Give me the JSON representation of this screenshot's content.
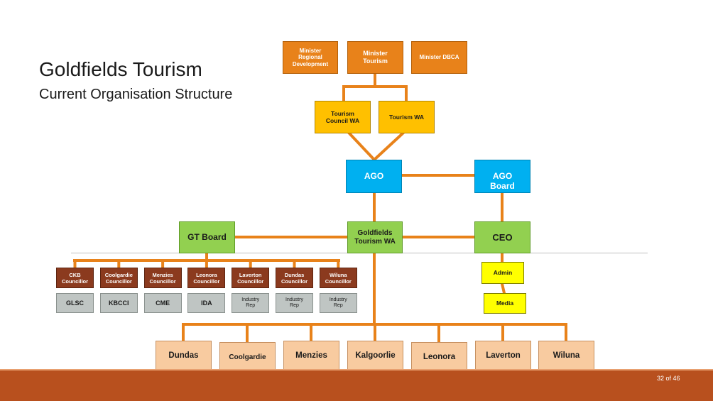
{
  "title": "Goldfields Tourism",
  "subtitle": "Current Organisation Structure",
  "page_number": "32 of 46",
  "colors": {
    "connector": "#e8821a",
    "minister": "#e8821a",
    "tourism_body": "#ffc000",
    "ago": "#00b0f0",
    "board": "#92d050",
    "councillor": "#8b3a1e",
    "rep": "#bfc5c3",
    "staff": "#ffff00",
    "town": "#f8cba0",
    "footer": "#b8501e"
  },
  "ministers": [
    "Minister\nRegional\nDevelopment",
    "Minister\nTourism",
    "Minister DBCA"
  ],
  "tourism_bodies": [
    "Tourism\nCouncil WA",
    "Tourism WA"
  ],
  "ago": "AGO",
  "ago_board": "AGO\nBoard",
  "gt_board": "GT Board",
  "gtwa": "Goldfields\nTourism WA",
  "ceo": "CEO",
  "admin": "Admin",
  "media": "Media",
  "councillors": [
    "CKB\nCouncillor",
    "Coolgardie\nCouncillor",
    "Menzies\nCouncillor",
    "Leonora\nCouncillor",
    "Laverton\nCouncillor",
    "Dundas\nCouncillor",
    "Wiluna\nCouncillor"
  ],
  "reps": [
    "GLSC",
    "KBCCI",
    "CME",
    "IDA",
    "Industry\nRep",
    "Industry\nRep",
    "Industry\nRep"
  ],
  "towns": [
    "Dundas",
    "Coolgardie",
    "Menzies",
    "Kalgoorlie",
    "Leonora",
    "Laverton",
    "Wiluna"
  ]
}
